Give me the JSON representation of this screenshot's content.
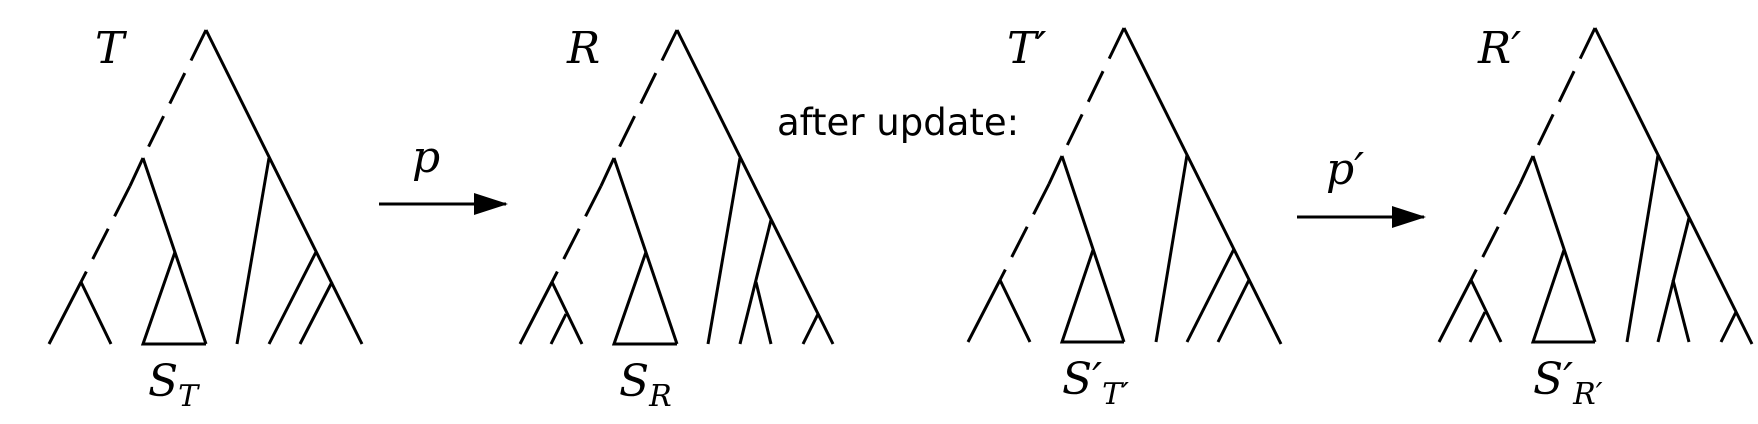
{
  "labels": {
    "tree_t": "T",
    "tree_r": "R",
    "tree_t_prime": "T′",
    "tree_r_prime": "R′",
    "map_p": "p",
    "map_p_prime": "p′",
    "after_update": "after update:",
    "s_t_base": "S",
    "s_t_sub": "T",
    "s_r_base": "S",
    "s_r_sub": "R",
    "s_t_prime_base": "S′",
    "s_t_prime_sub": "T′",
    "s_r_prime_base": "S′",
    "s_r_prime_sub": "R′"
  }
}
